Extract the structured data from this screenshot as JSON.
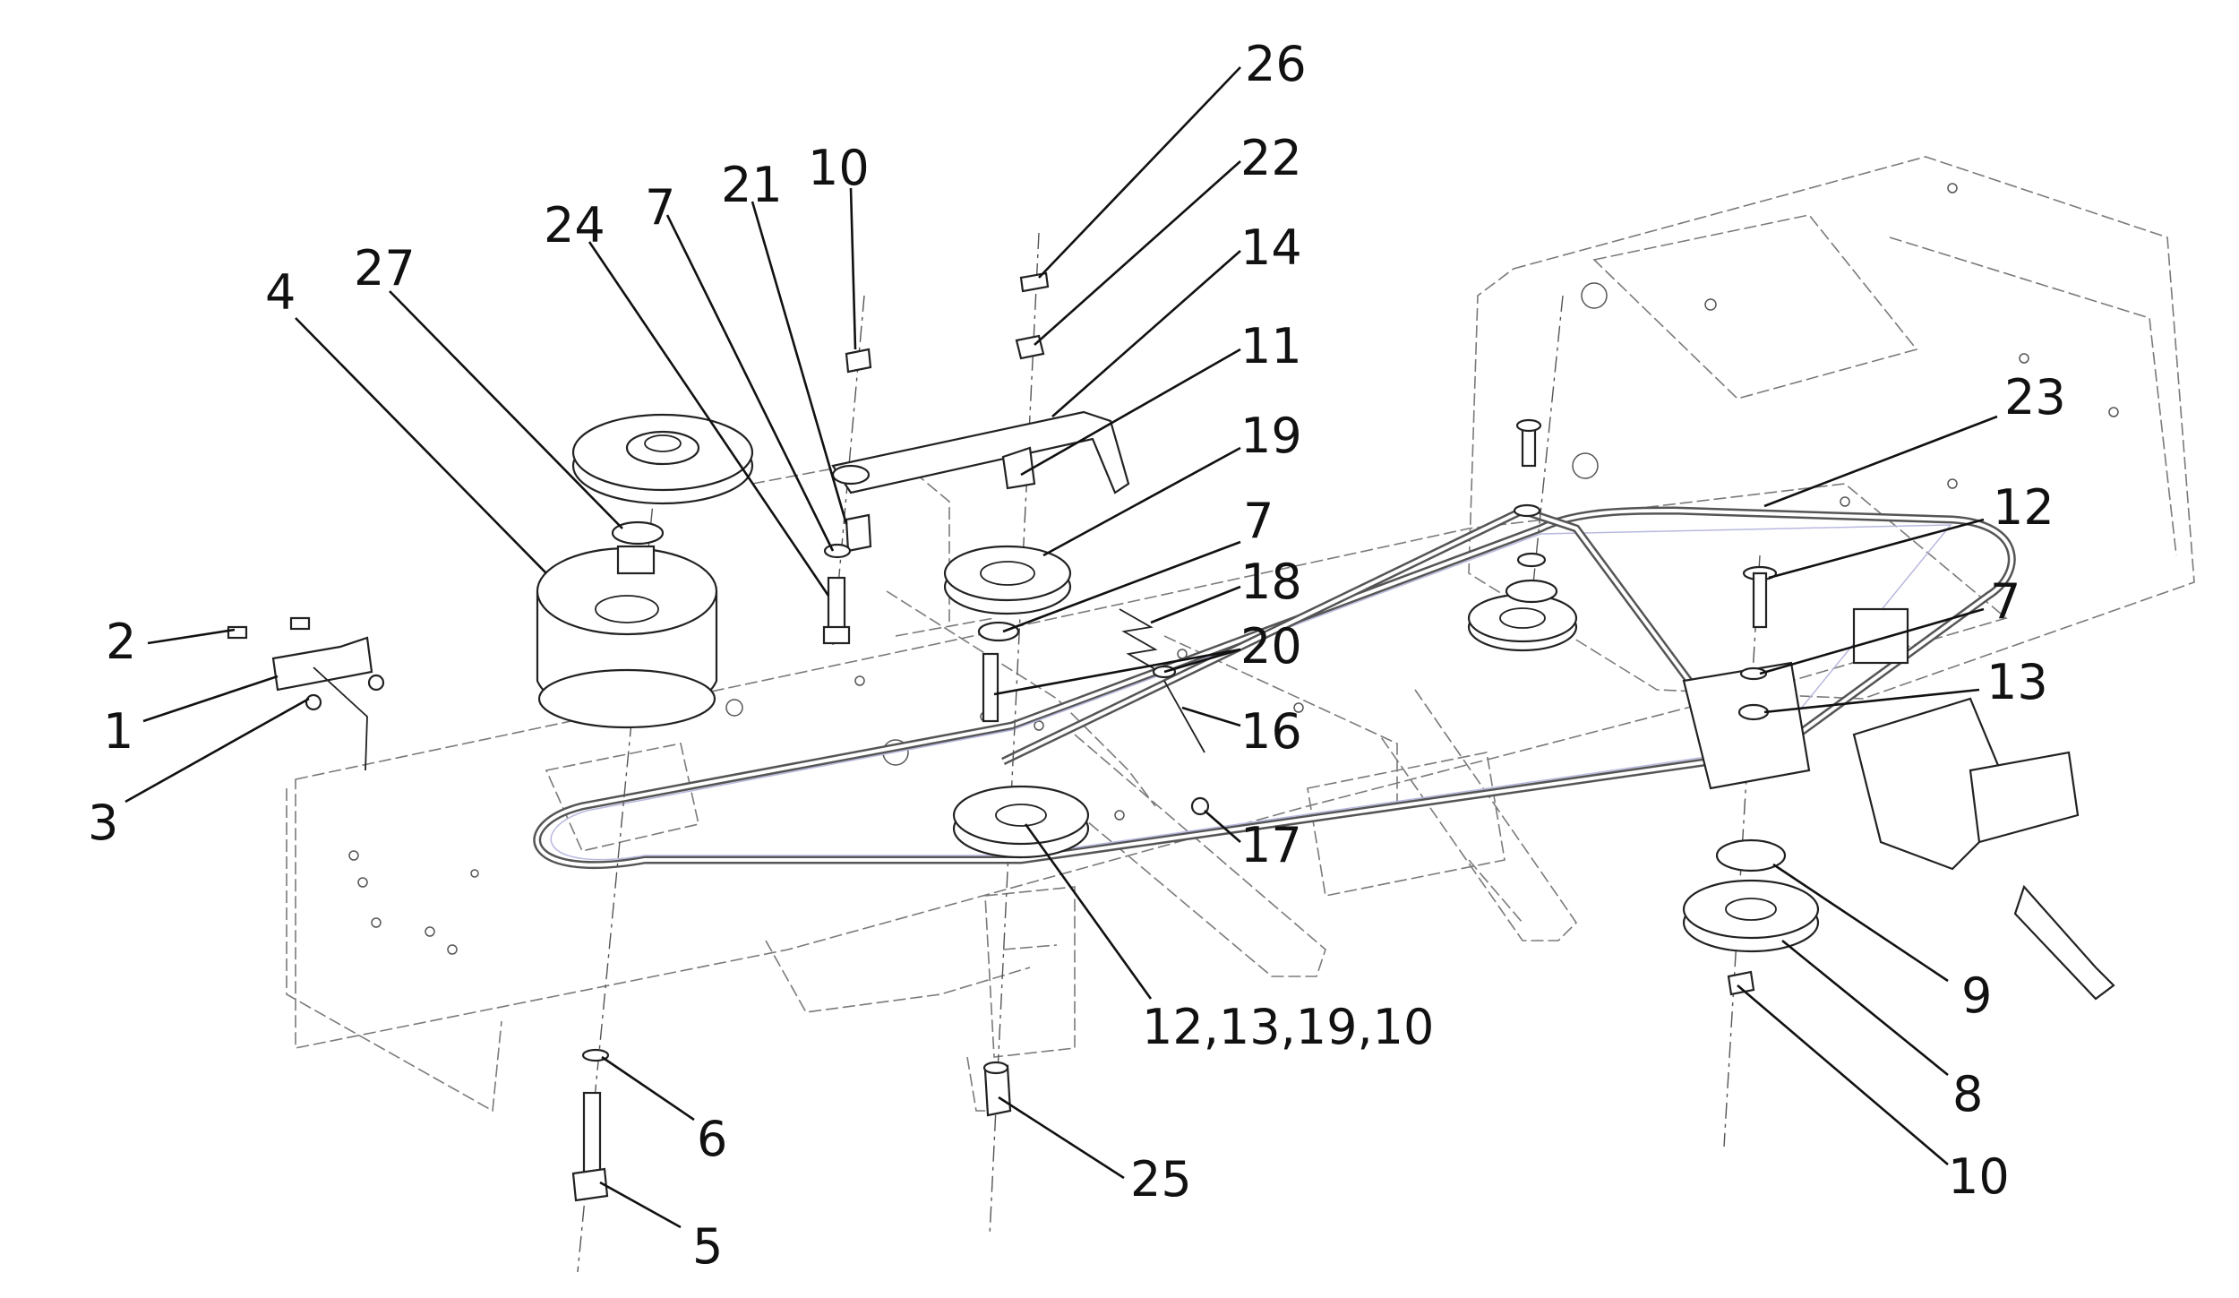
{
  "diagram": {
    "callouts": [
      {
        "id": "c26",
        "text": "26"
      },
      {
        "id": "c22",
        "text": "22"
      },
      {
        "id": "c14",
        "text": "14"
      },
      {
        "id": "c11",
        "text": "11"
      },
      {
        "id": "c19",
        "text": "19"
      },
      {
        "id": "c7a",
        "text": "7"
      },
      {
        "id": "c18",
        "text": "18"
      },
      {
        "id": "c20",
        "text": "20"
      },
      {
        "id": "c16",
        "text": "16"
      },
      {
        "id": "c17",
        "text": "17"
      },
      {
        "id": "c23",
        "text": "23"
      },
      {
        "id": "c12",
        "text": "12"
      },
      {
        "id": "c7b",
        "text": "7"
      },
      {
        "id": "c13",
        "text": "13"
      },
      {
        "id": "c9",
        "text": "9"
      },
      {
        "id": "c8",
        "text": "8"
      },
      {
        "id": "c10a",
        "text": "10"
      },
      {
        "id": "c10b",
        "text": "10"
      },
      {
        "id": "c21",
        "text": "21"
      },
      {
        "id": "c7c",
        "text": "7"
      },
      {
        "id": "c24",
        "text": "24"
      },
      {
        "id": "c27",
        "text": "27"
      },
      {
        "id": "c4",
        "text": "4"
      },
      {
        "id": "c2",
        "text": "2"
      },
      {
        "id": "c1",
        "text": "1"
      },
      {
        "id": "c3",
        "text": "3"
      },
      {
        "id": "c6",
        "text": "6"
      },
      {
        "id": "c5",
        "text": "5"
      },
      {
        "id": "c25",
        "text": "25"
      },
      {
        "id": "c12131910",
        "text": "12,13,19,10"
      }
    ]
  }
}
